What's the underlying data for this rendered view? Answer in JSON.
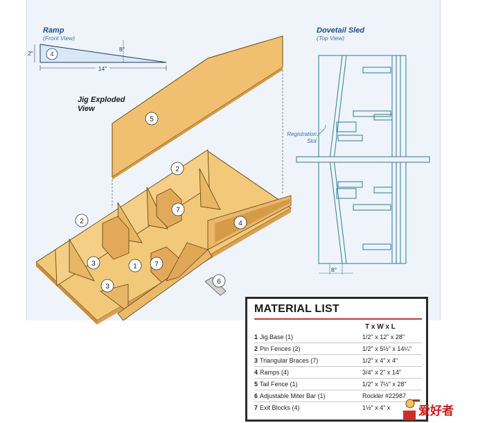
{
  "ramp": {
    "title": "Ramp",
    "subtitle": "(Front View)",
    "height_dim": "2\"",
    "angle_dim": "8°",
    "length_dim": "14\"",
    "callout": "4"
  },
  "exploded": {
    "title_line1": "Jig Exploded",
    "title_line2": "View",
    "callouts": [
      "5",
      "2",
      "2",
      "7",
      "4",
      "3",
      "1",
      "7",
      "3",
      "6"
    ]
  },
  "sled": {
    "title": "Dovetail Sled",
    "subtitle": "(Top View)",
    "slot_label_1": "Registration",
    "slot_label_2": "Slot",
    "angle_dim": "8°"
  },
  "materials": {
    "title": "MATERIAL LIST",
    "col_header": "T x W x L",
    "rows": [
      {
        "num": "1",
        "part": "Jig Base (1)",
        "dims": "1/2\" x 12\" x 28\""
      },
      {
        "num": "2",
        "part": "Pin Fences (2)",
        "dims": "1/2\" x 5½\" x 14¼\""
      },
      {
        "num": "3",
        "part": "Triangular Braces (7)",
        "dims": "1/2\" x 4\" x 4\""
      },
      {
        "num": "4",
        "part": "Ramps (4)",
        "dims": "3/4\" x 2\" x 14\""
      },
      {
        "num": "5",
        "part": "Tail Fence (1)",
        "dims": "1/2\" x 7½\" x 28\""
      },
      {
        "num": "6",
        "part": "Adjustable Miter Bar (1)",
        "dims": "Rockler #22987"
      },
      {
        "num": "7",
        "part": "Exit Blocks (4)",
        "dims": "1½\" x 4\" x"
      }
    ]
  },
  "logo": {
    "text": "爱好者"
  }
}
